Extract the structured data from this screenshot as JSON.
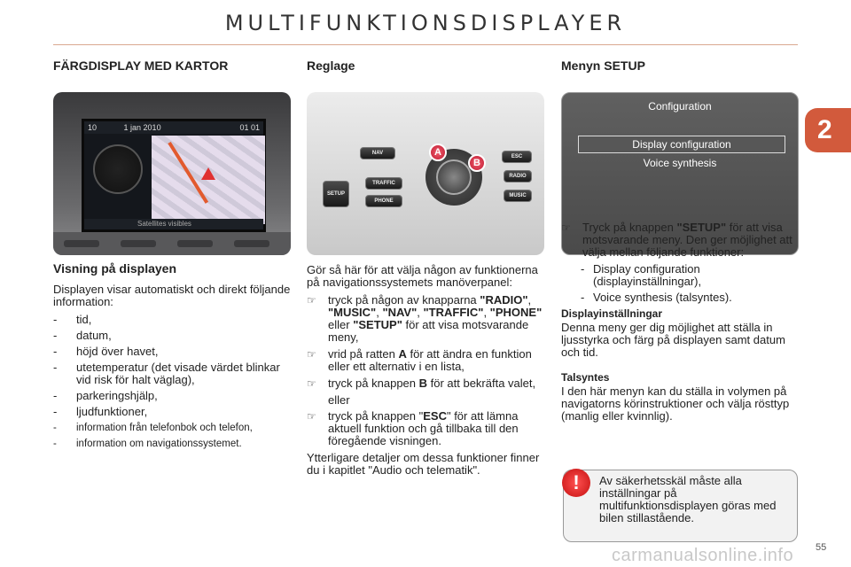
{
  "page": {
    "title": "MULTIFUNKTIONSDISPLAYER",
    "chapter": "2",
    "page_number": "55",
    "watermark": "carmanualsonline.info"
  },
  "col1": {
    "heading": "FÄRGDISPLAY MED KARTOR",
    "photo": {
      "temp": "10",
      "date": "1 jan 2010",
      "clock": "01 01",
      "status": "Satellites visibles"
    },
    "sub_heading": "Visning på displayen",
    "intro": "Displayen visar automatiskt och direkt följande information:",
    "items": [
      "tid,",
      "datum,",
      "höjd över havet,",
      "utetemperatur (det visade värdet blinkar vid risk för halt väglag),",
      "parkeringshjälp,",
      "ljudfunktioner,",
      "information från telefonbok och telefon,",
      "information om navigationssystemet."
    ]
  },
  "col2": {
    "heading": "Reglage",
    "photo": {
      "nav": "NAV",
      "setup": "SETUP",
      "traffic": "TRAFFIC",
      "phone": "PHONE",
      "esc": "ESC",
      "radio": "RADIO",
      "music": "MUSIC",
      "marker_a": "A",
      "marker_b": "B"
    },
    "intro": "Gör så här för att välja någon av funktionerna på navigationssystemets manöverpanel:",
    "b1_pre": "tryck på någon av knapparna ",
    "b1_radio": "\"RADIO\"",
    "b1_music": "\"MUSIC\"",
    "b1_nav": "\"NAV\"",
    "b1_traffic": "\"TRAFFIC\"",
    "b1_phone": "\"PHONE\"",
    "b1_eller": " eller ",
    "b1_setup": "\"SETUP\"",
    "b1_post": " för att visa motsvarande meny,",
    "b2_pre": "vrid på ratten ",
    "b2_key": "A",
    "b2_post": " för att ändra en funktion eller ett alternativ i en lista,",
    "b3_pre": "tryck på knappen ",
    "b3_key": "B",
    "b3_post": " för att bekräfta valet,",
    "or": "eller",
    "b4_pre": "tryck på knappen \"",
    "b4_key": "ESC",
    "b4_post": "\" för att lämna aktuell funktion och gå tillbaka till den föregående visningen.",
    "footer": "Ytterligare detaljer om dessa funktioner finner du i kapitlet \"Audio och telematik\"."
  },
  "col3": {
    "heading": "Menyn SETUP",
    "menu": {
      "title": "Configuration",
      "selected": "Display configuration",
      "item": "Voice synthesis"
    },
    "b1_pre": "Tryck på knappen ",
    "b1_key": "\"SETUP\"",
    "b1_post": " för att visa motsvarande meny. Den ger möjlighet att välja mellan följande funktioner:",
    "sub1": "Display configuration (displayinställningar),",
    "sub2": "Voice synthesis (talsyntes).",
    "display_heading": "Displayinställningar",
    "display_text": "Denna meny ger dig möjlighet att ställa in ljusstyrka och färg på displayen samt datum och tid.",
    "talsyntes_heading": "Talsyntes",
    "talsyntes_text": "I den här menyn kan du ställa in volymen på navigatorns körinstruktioner och välja rösttyp (manlig eller kvinnlig)."
  },
  "warning": {
    "icon": "!",
    "text": "Av säkerhetsskäl måste alla inställningar på multifunktionsdisplayen göras med bilen stillastående."
  }
}
